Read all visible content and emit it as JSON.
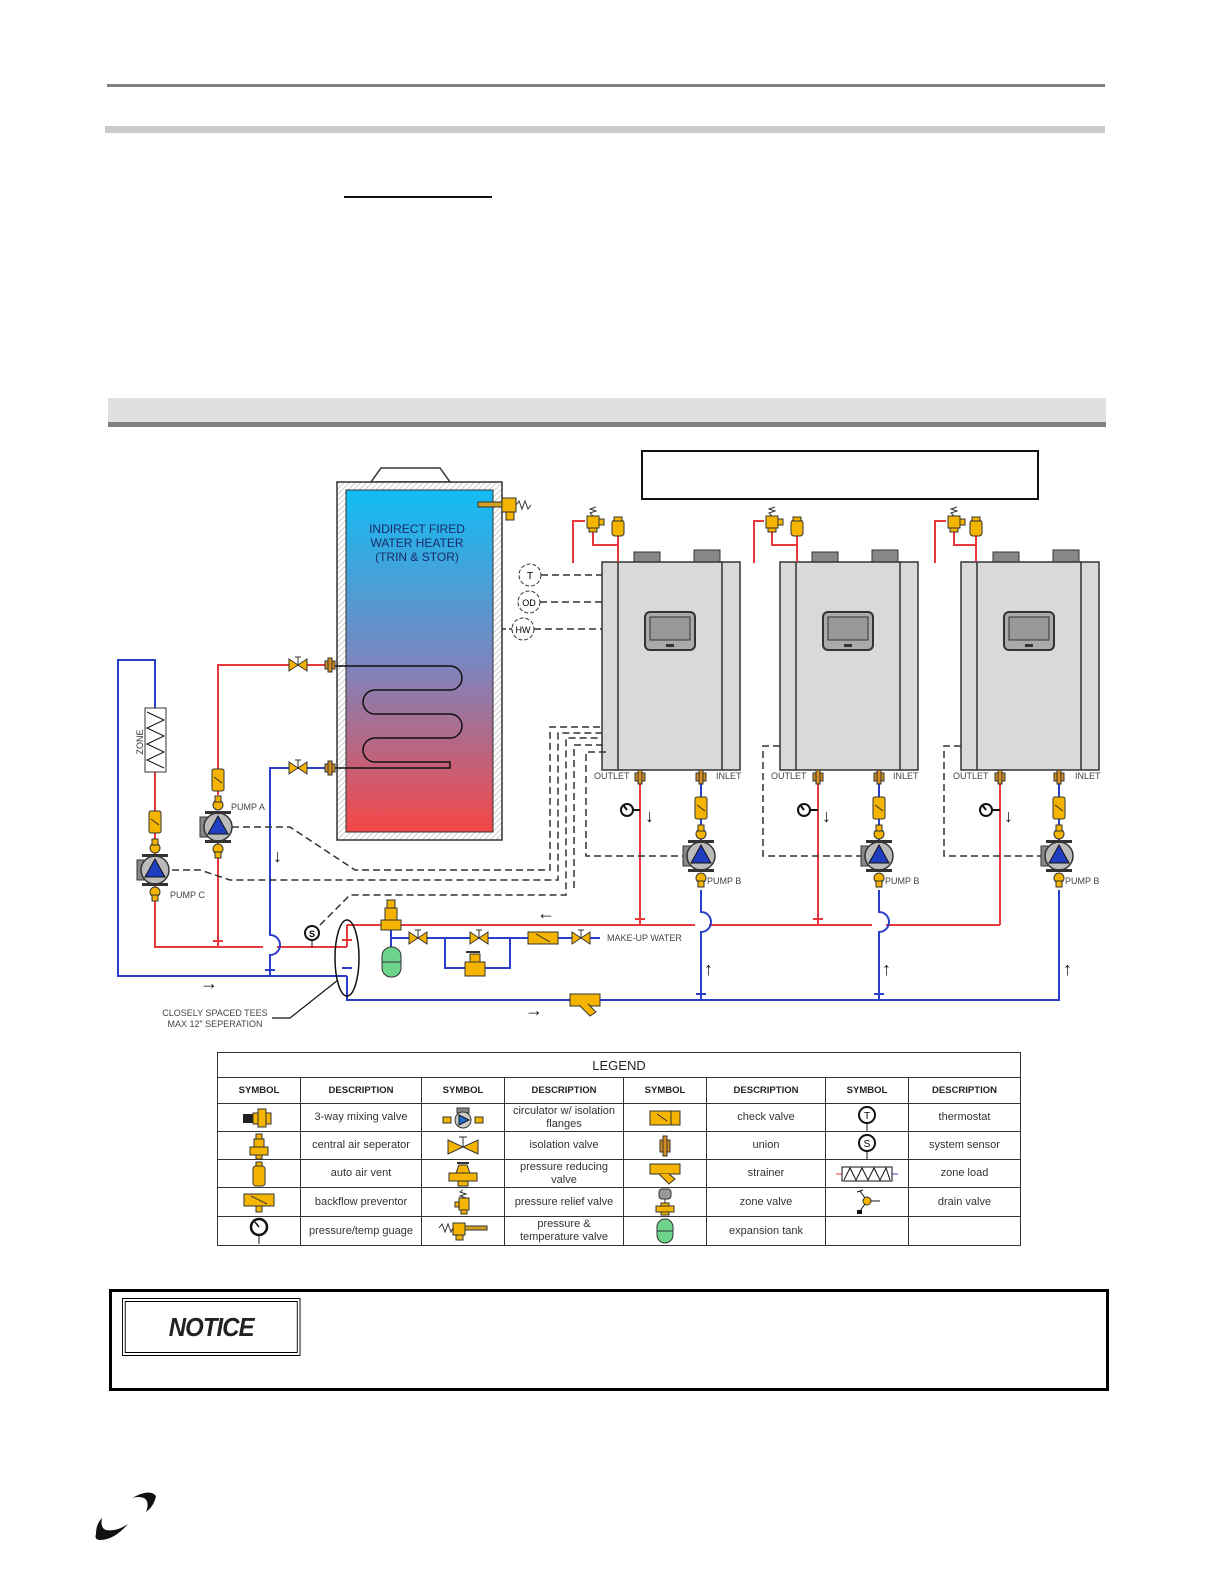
{
  "page": {
    "section_title": "",
    "header_text": "",
    "intro_link_text": "",
    "caption_box_text": ""
  },
  "diagram": {
    "water_heater_label": [
      "INDIRECT FIRED",
      "WATER HEATER",
      "(TRIN & STOR)"
    ],
    "sensors": [
      "T",
      "OD",
      "HW"
    ],
    "zone_label": "ZONE",
    "pumps": {
      "pump_a": "PUMP A",
      "pump_b": "PUMP B",
      "pump_c": "PUMP C"
    },
    "boiler_port_labels": {
      "outlet": "OUTLET",
      "inlet": "INLET"
    },
    "boiler_count": 3,
    "makeup_water_label": "MAKE-UP WATER",
    "system_sensor_symbol": "S",
    "tees_note": [
      "CLOSELY SPACED TEES",
      "MAX 12\" SEPERATION"
    ],
    "colors": {
      "supply": "#e8383d",
      "return": "#2a3fc9",
      "fitting": "#f4b400",
      "tank_top": "#14b7f0",
      "tank_bottom": "#f04a4a",
      "boiler": "#d9d9d9",
      "expansion_tank": "#6ed38b"
    }
  },
  "legend": {
    "title": "LEGEND",
    "headers": {
      "symbol": "SYMBOL",
      "description": "DESCRIPTION"
    },
    "rows": [
      [
        {
          "icon": "3-way-mixing-valve-icon",
          "desc": "3-way mixing valve"
        },
        {
          "icon": "circulator-icon",
          "desc": "circulator w/ isolation flanges"
        },
        {
          "icon": "check-valve-icon",
          "desc": "check valve"
        },
        {
          "icon": "thermostat-icon",
          "desc": "thermostat"
        }
      ],
      [
        {
          "icon": "central-air-separator-icon",
          "desc": "central air seperator"
        },
        {
          "icon": "isolation-valve-icon",
          "desc": "isolation valve"
        },
        {
          "icon": "union-icon",
          "desc": "union"
        },
        {
          "icon": "system-sensor-icon",
          "desc": "system sensor"
        }
      ],
      [
        {
          "icon": "auto-air-vent-icon",
          "desc": "auto air vent"
        },
        {
          "icon": "pressure-reducing-valve-icon",
          "desc": "pressure reducing valve"
        },
        {
          "icon": "strainer-icon",
          "desc": "strainer"
        },
        {
          "icon": "zone-load-icon",
          "desc": "zone load"
        }
      ],
      [
        {
          "icon": "backflow-preventor-icon",
          "desc": "backflow preventor"
        },
        {
          "icon": "pressure-relief-valve-icon",
          "desc": "pressure relief valve"
        },
        {
          "icon": "zone-valve-icon",
          "desc": "zone valve"
        },
        {
          "icon": "drain-valve-icon",
          "desc": "drain valve"
        }
      ],
      [
        {
          "icon": "pressure-temp-gauge-icon",
          "desc": "pressure/temp guage"
        },
        {
          "icon": "pressure-temperature-valve-icon",
          "desc": "pressure & temperature valve"
        },
        {
          "icon": "expansion-tank-icon",
          "desc": "expansion tank"
        },
        {
          "icon": "",
          "desc": ""
        }
      ]
    ],
    "thermostat_letter": "T",
    "system_sensor_letter": "S"
  },
  "notice": {
    "label": "NOTICE",
    "text": ""
  }
}
